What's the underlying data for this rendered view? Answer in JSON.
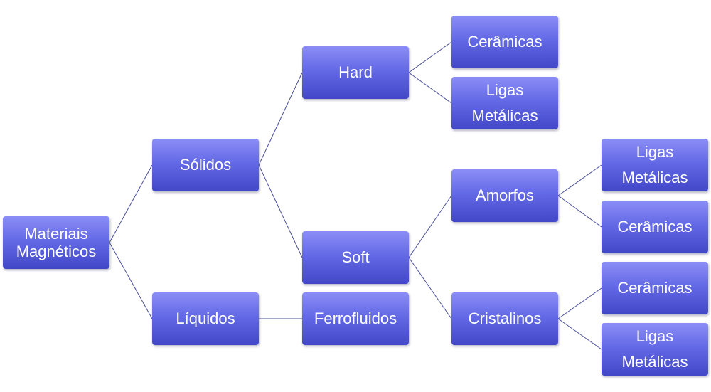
{
  "diagram": {
    "nodes": [
      {
        "id": "materiais",
        "label": "Materiais\nMagnéticos"
      },
      {
        "id": "solidos",
        "label": "Sólidos"
      },
      {
        "id": "liquidos",
        "label": "Líquidos"
      },
      {
        "id": "hard",
        "label": "Hard"
      },
      {
        "id": "soft",
        "label": "Soft"
      },
      {
        "id": "ferrofluidos",
        "label": "Ferrofluidos"
      },
      {
        "id": "hard-ceramicas",
        "label": "Cerâmicas"
      },
      {
        "id": "hard-ligas",
        "label": "Ligas\nMetálicas"
      },
      {
        "id": "amorfos",
        "label": "Amorfos"
      },
      {
        "id": "cristalinos",
        "label": "Cristalinos"
      },
      {
        "id": "amorfos-ligas",
        "label": "Ligas\nMetálicas"
      },
      {
        "id": "amorfos-ceramicas",
        "label": "Cerâmicas"
      },
      {
        "id": "cristalinos-ceramicas",
        "label": "Cerâmicas"
      },
      {
        "id": "cristalinos-ligas",
        "label": "Ligas\nMetálicas"
      }
    ],
    "edges": [
      [
        "materiais",
        "solidos"
      ],
      [
        "materiais",
        "liquidos"
      ],
      [
        "solidos",
        "hard"
      ],
      [
        "solidos",
        "soft"
      ],
      [
        "liquidos",
        "ferrofluidos"
      ],
      [
        "hard",
        "hard-ceramicas"
      ],
      [
        "hard",
        "hard-ligas"
      ],
      [
        "soft",
        "amorfos"
      ],
      [
        "soft",
        "cristalinos"
      ],
      [
        "amorfos",
        "amorfos-ligas"
      ],
      [
        "amorfos",
        "amorfos-ceramicas"
      ],
      [
        "cristalinos",
        "cristalinos-ceramicas"
      ],
      [
        "cristalinos",
        "cristalinos-ligas"
      ]
    ]
  }
}
